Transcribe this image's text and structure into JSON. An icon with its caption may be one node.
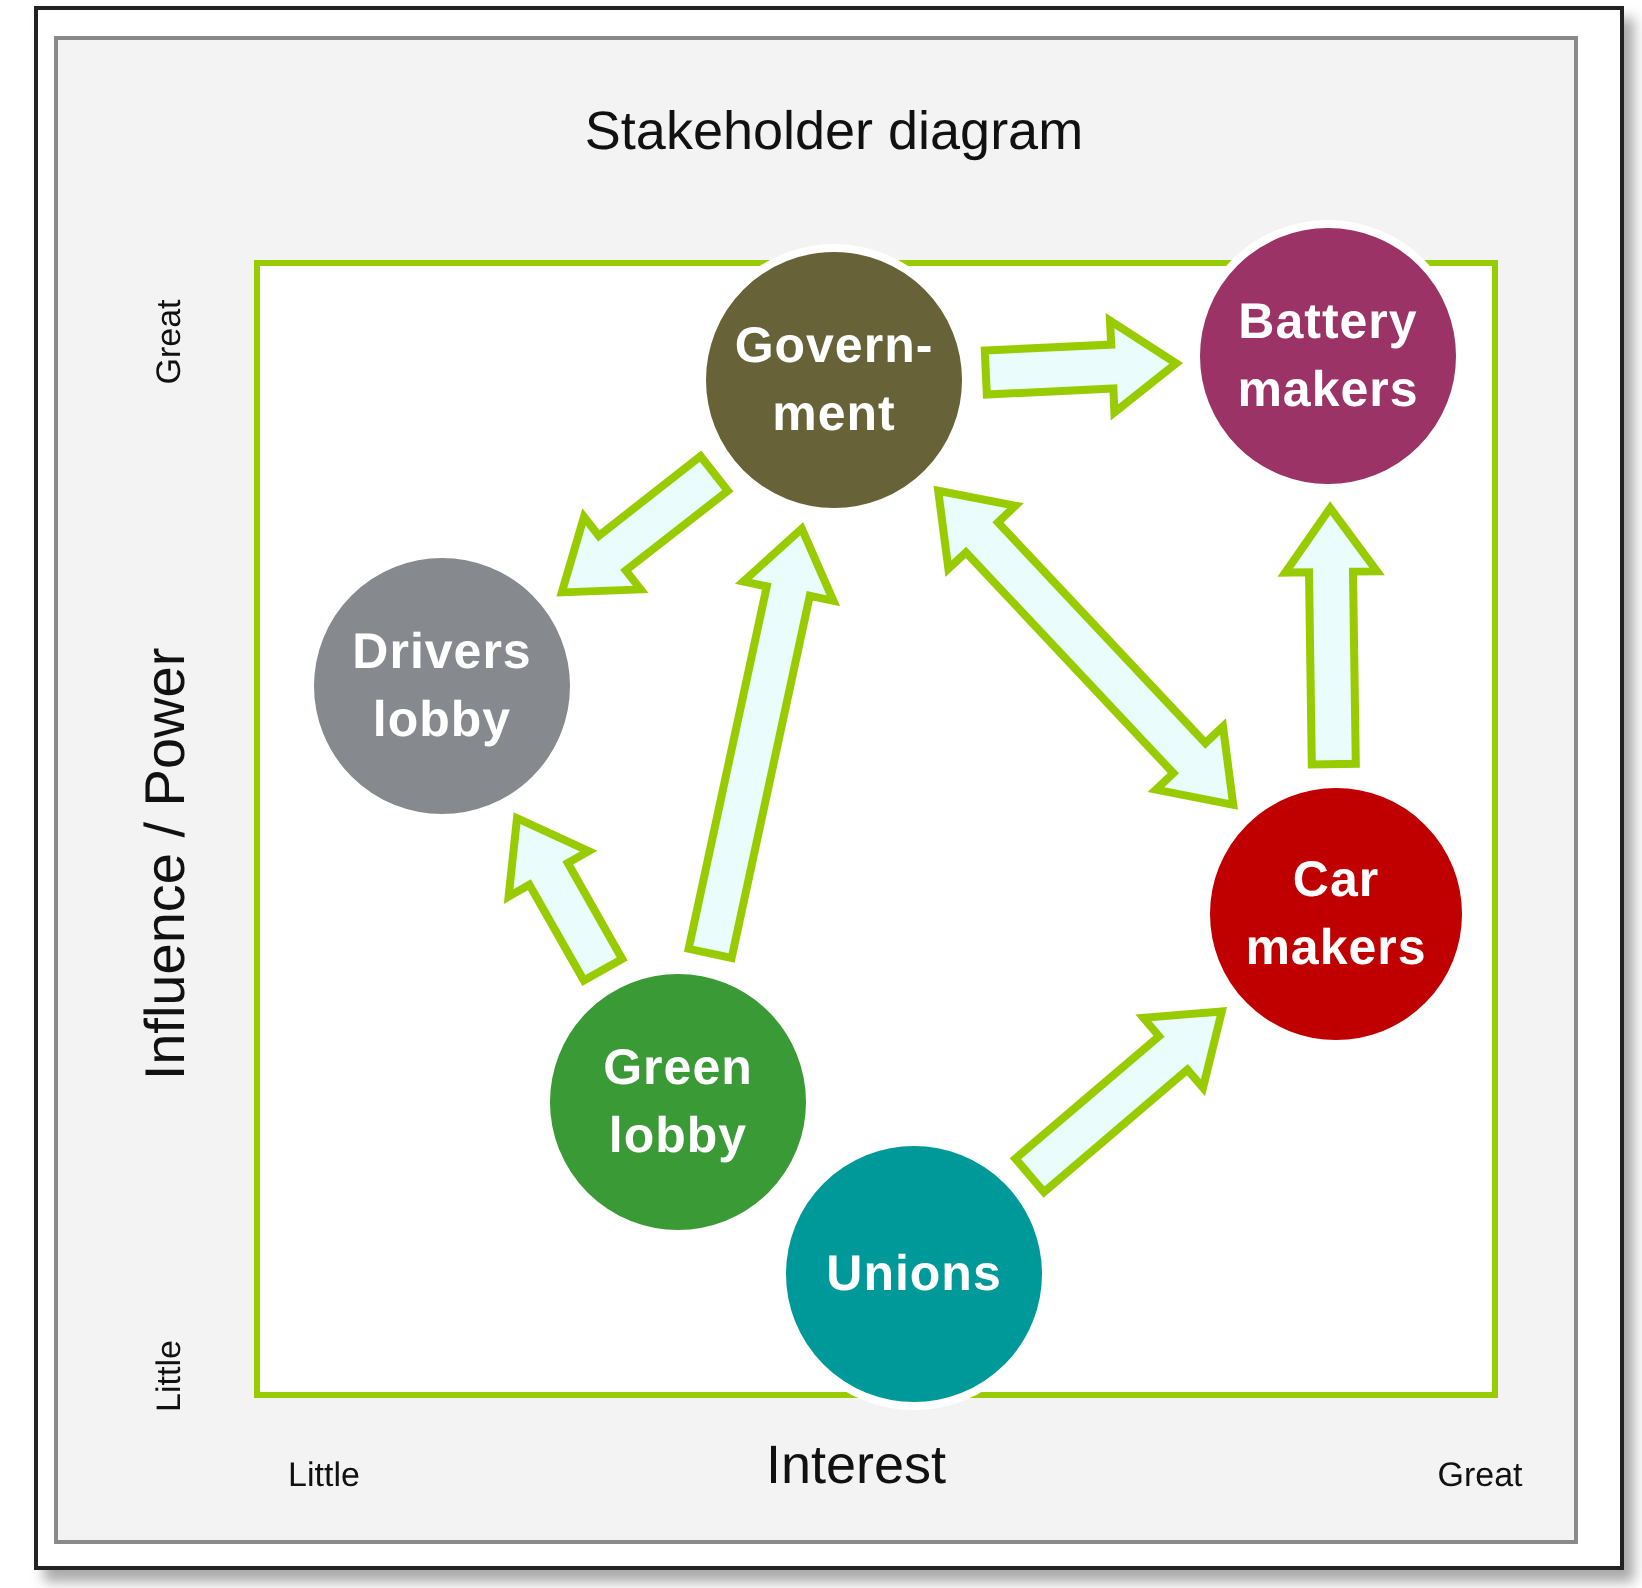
{
  "diagram": {
    "title": "Stakeholder diagram",
    "nodes": [
      {
        "text": [
          "Govern-ment"
        ]
      },
      {
        "text": [
          "Battery makers"
        ]
      },
      {
        "text": [
          "Drivers lobby"
        ]
      },
      {
        "text": [
          "Car makers"
        ]
      },
      {
        "text": [
          "Green lobby"
        ]
      },
      {
        "text": [
          "Unions"
        ]
      }
    ],
    "edges": [
      {
        "from": 0,
        "to": 1,
        "arrow": "to"
      },
      {
        "from": 0,
        "to": 2,
        "arrow": "to"
      },
      {
        "from": 4,
        "to": 0,
        "arrow": "to"
      },
      {
        "from": 0,
        "to": 3,
        "arrow": "both"
      },
      {
        "from": 3,
        "to": 1,
        "arrow": "to"
      },
      {
        "from": 4,
        "to": 2,
        "arrow": "to"
      },
      {
        "from": 5,
        "to": 3,
        "arrow": "to"
      }
    ],
    "labels": [
      "Great",
      "Influence / Power",
      "Little",
      "Little",
      "Interest",
      "Great"
    ]
  }
}
